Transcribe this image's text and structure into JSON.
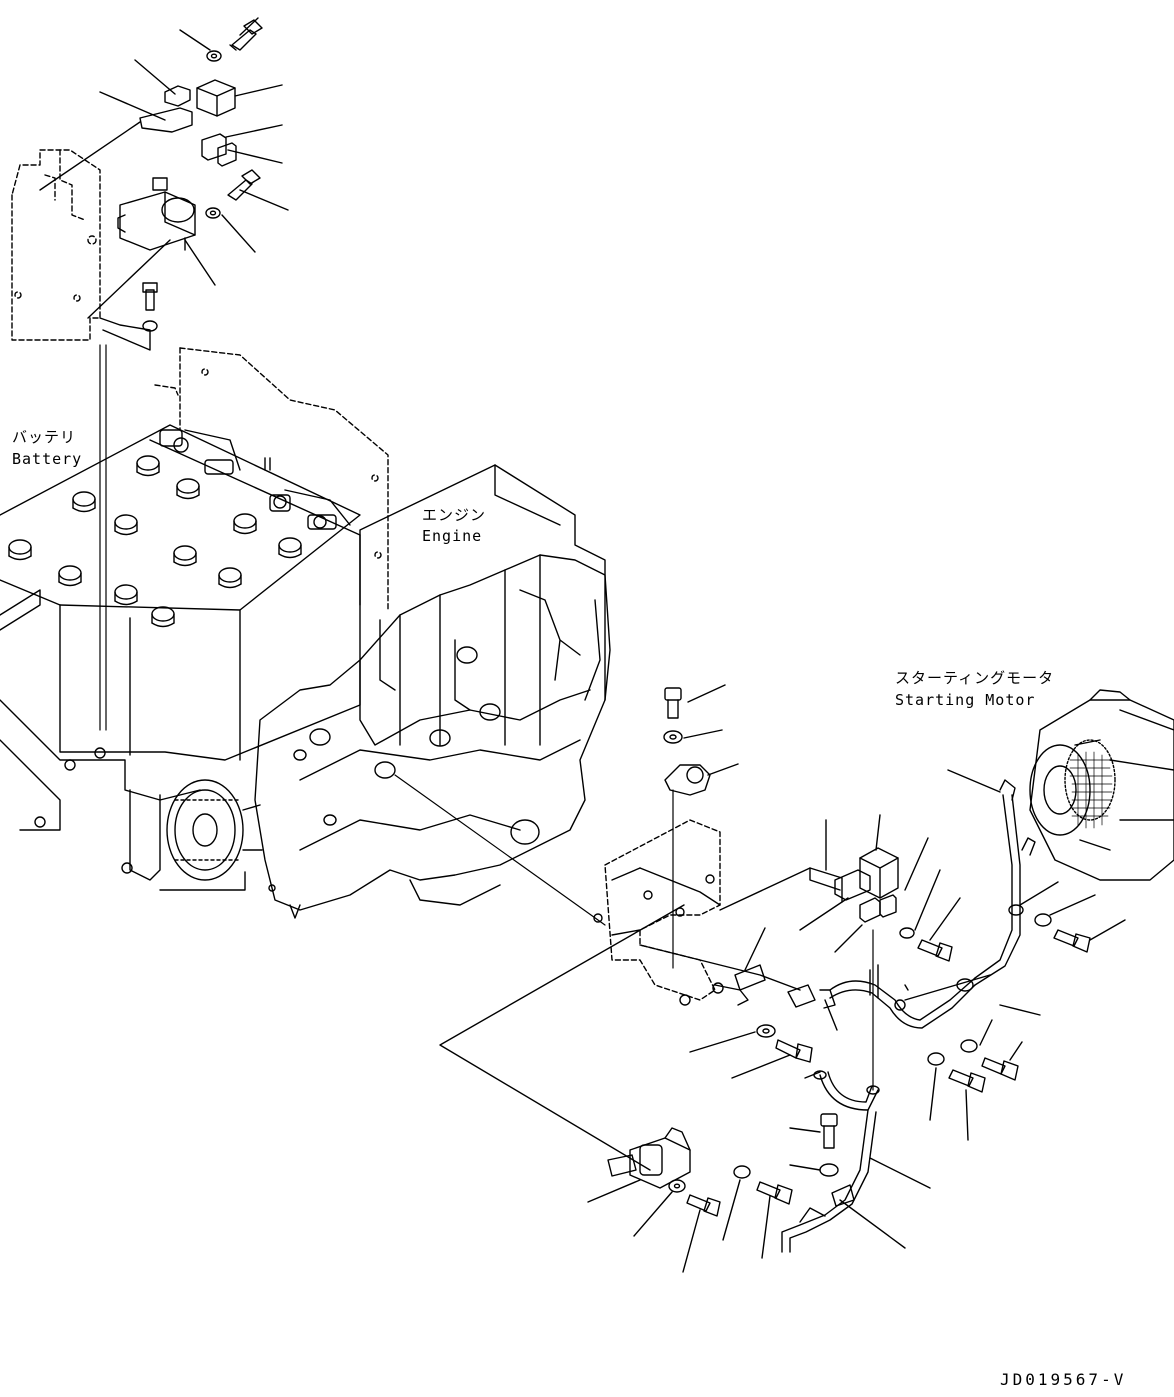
{
  "labels": {
    "battery_jp": "バッテリ",
    "battery_en": "Battery",
    "engine_jp": "エンジン",
    "engine_en": "Engine",
    "starter_jp": "スターティングモータ",
    "starter_en": "Starting Motor"
  },
  "drawing_code": "JD019567-V"
}
